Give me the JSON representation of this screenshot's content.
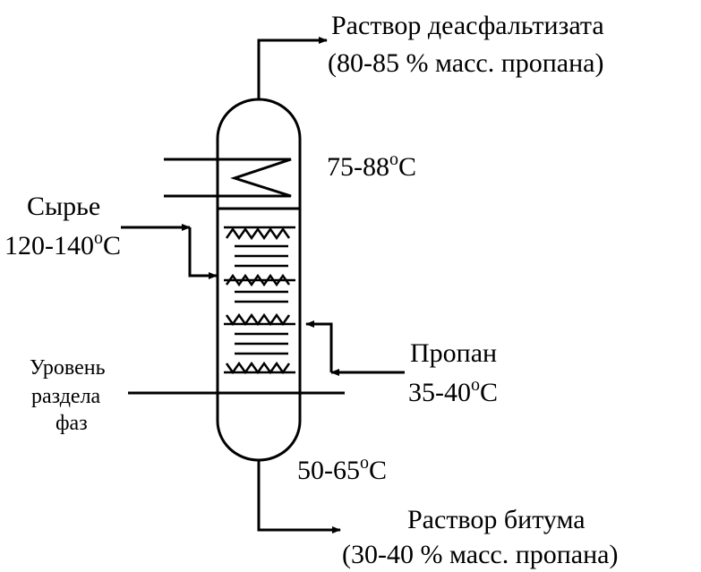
{
  "labels": {
    "top_product_line1": "Раствор деасфальтизата",
    "top_product_line2": "(80-85 % масс. пропана)",
    "top_temp": "75-88",
    "top_temp_unit": "C",
    "feed_name": "Сырье",
    "feed_temp": "120-140",
    "feed_temp_unit": "C",
    "propane_name": "Пропан",
    "propane_temp": "35-40",
    "propane_temp_unit": "C",
    "interface_line1": "Уровень",
    "interface_line2": "раздела",
    "interface_line3": "фаз",
    "bottom_temp": "50-65",
    "bottom_temp_unit": "C",
    "bottom_product_line1": "Раствор битума",
    "bottom_product_line2": "(30-40 % масс. пропана)",
    "degree_mark": "o"
  }
}
